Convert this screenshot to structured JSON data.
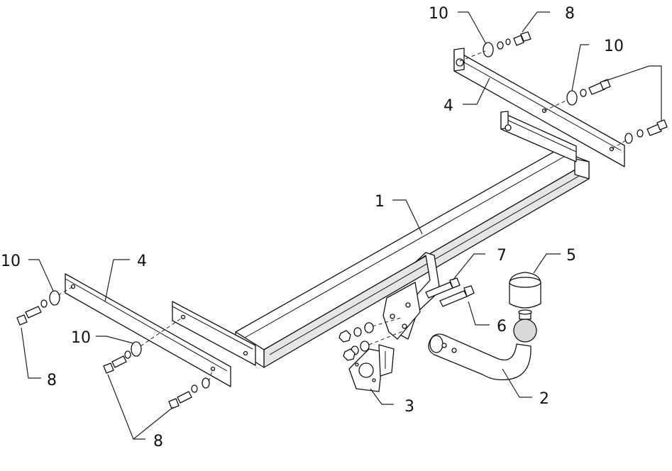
{
  "callouts": {
    "c1": "1",
    "c2": "2",
    "c3": "3",
    "c4_left": "4",
    "c4_right": "4",
    "c5": "5",
    "c6": "6",
    "c7": "7",
    "c8_top": "8",
    "c8_left": "8",
    "c8_bottom": "8",
    "c10_top_left": "10",
    "c10_top_right": "10",
    "c10_left": "10",
    "c10_mid_left": "10"
  },
  "colors": {
    "line": "#111111",
    "background": "#ffffff",
    "tube_side": "#e6e6e6",
    "ball": "#d9d9d9"
  }
}
